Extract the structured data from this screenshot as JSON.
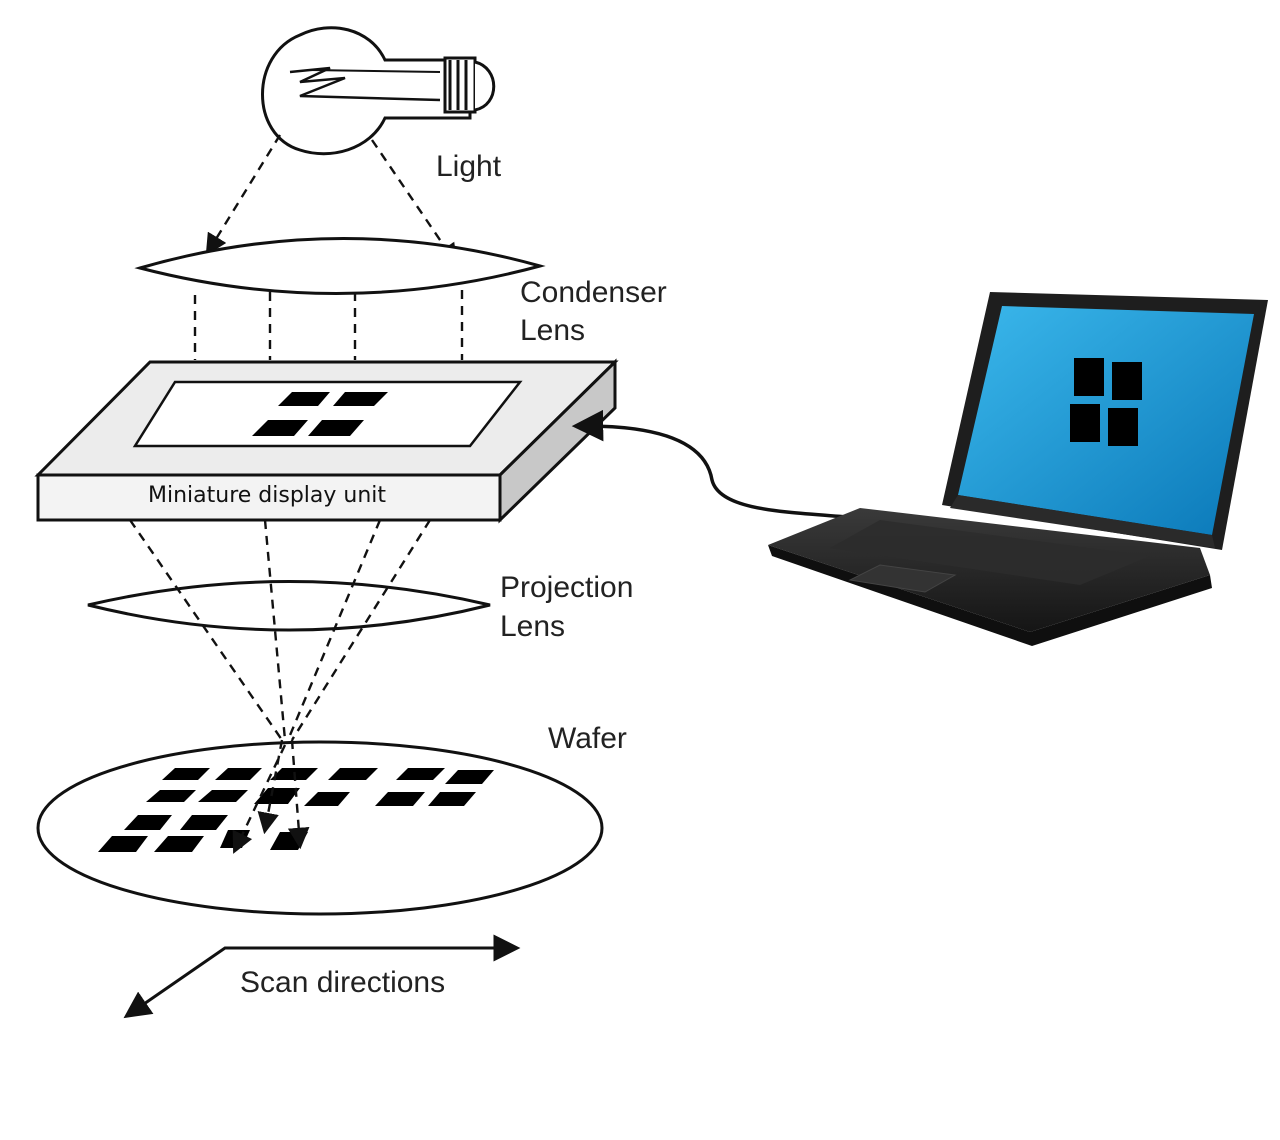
{
  "labels": {
    "light": "Light",
    "condenser_line1": "Condenser",
    "condenser_line2": "Lens",
    "display_unit": "Miniature display unit",
    "projection_line1": "Projection",
    "projection_line2": "Lens",
    "wafer": "Wafer",
    "scan": "Scan directions"
  },
  "colors": {
    "line": "#111111",
    "screen": "#1a9ed8",
    "laptop_body": "#1e1e1e",
    "display_face": "#ececec",
    "display_side": "#c8c8c8"
  },
  "icons": [
    "light-bulb-icon",
    "laptop-icon",
    "pattern-squares-icon"
  ]
}
